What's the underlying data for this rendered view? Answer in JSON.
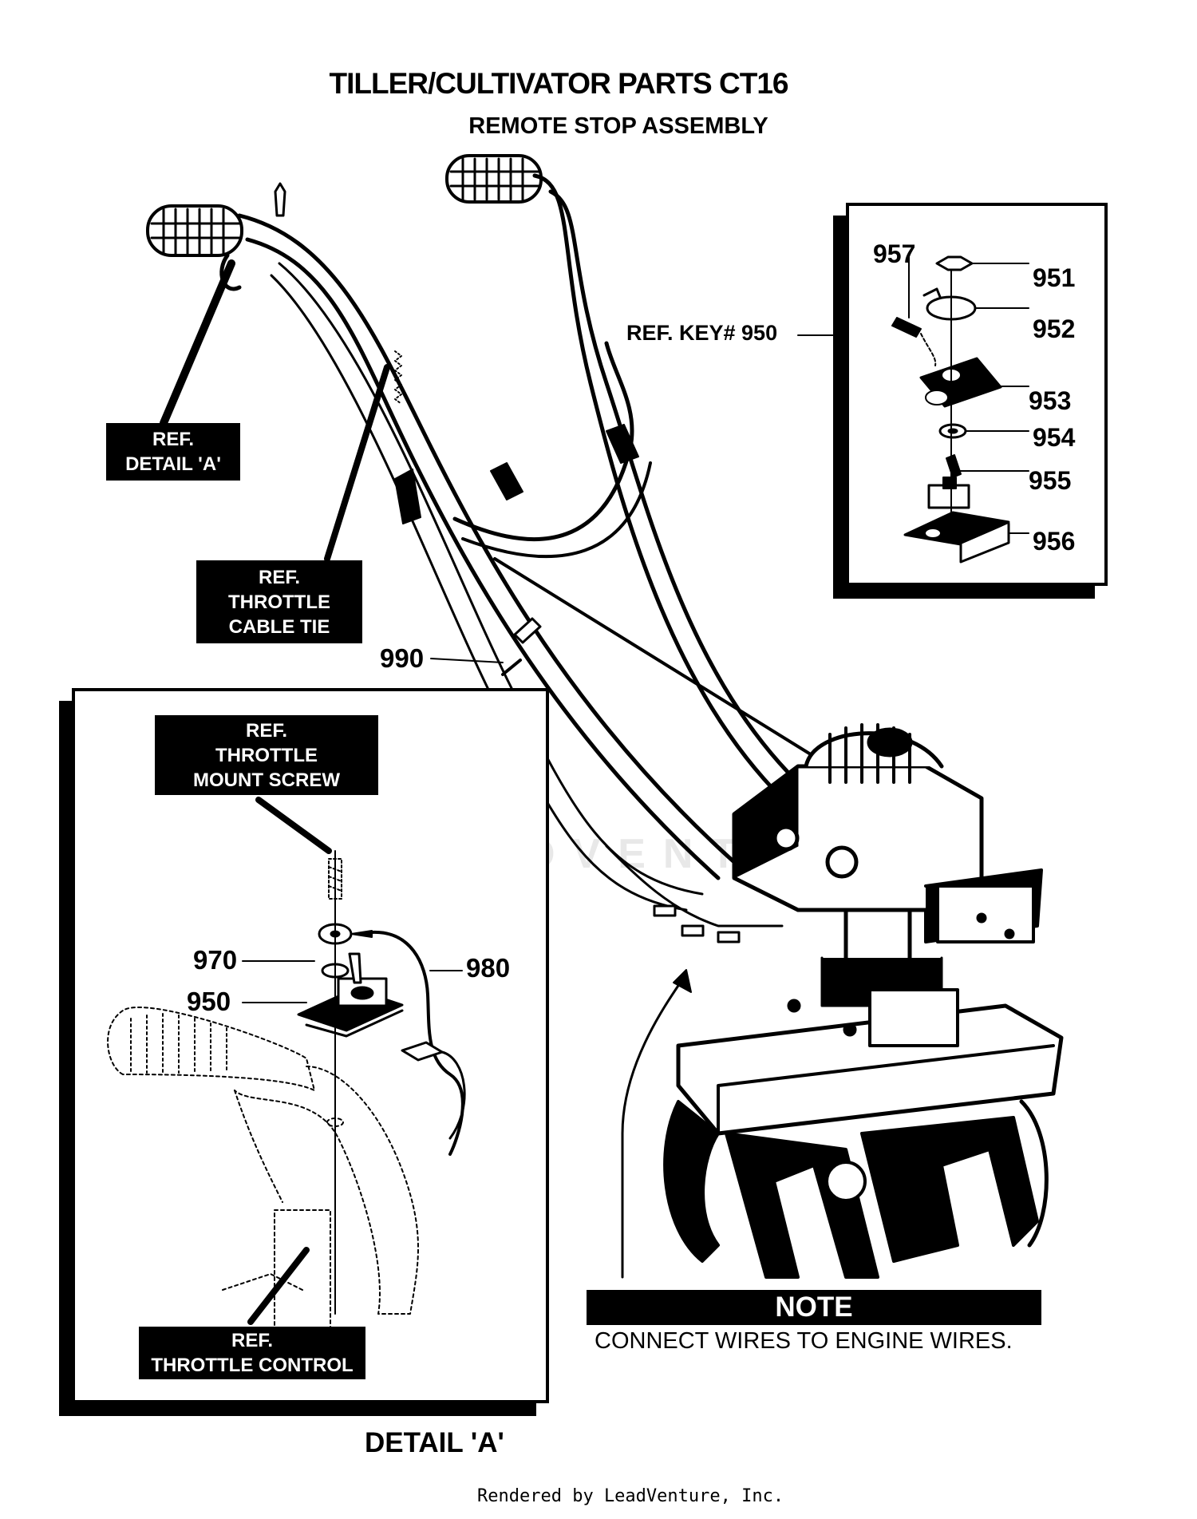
{
  "title": "TILLER/CULTIVATOR PARTS CT16",
  "subtitle": "REMOTE STOP ASSEMBLY",
  "ref_labels": {
    "detail_a": [
      "REF.",
      "DETAIL 'A'"
    ],
    "throttle_cable_tie": [
      "REF.",
      "THROTTLE",
      "CABLE TIE"
    ],
    "throttle_mount_screw": [
      "REF.",
      "THROTTLE",
      "MOUNT SCREW"
    ],
    "throttle_control": [
      "REF.",
      "THROTTLE CONTROL"
    ]
  },
  "ref_key": "REF. KEY# 950",
  "inset_parts": [
    "957",
    "951",
    "952",
    "953",
    "954",
    "955",
    "956"
  ],
  "main_parts": [
    "990"
  ],
  "detail_parts": [
    "970",
    "950",
    "980"
  ],
  "detail_caption": "DETAIL 'A'",
  "note": {
    "heading": "NOTE",
    "text": "CONNECT WIRES TO ENGINE WIRES."
  },
  "watermark": "LEADVENTURE",
  "footer": "Rendered by LeadVenture, Inc."
}
